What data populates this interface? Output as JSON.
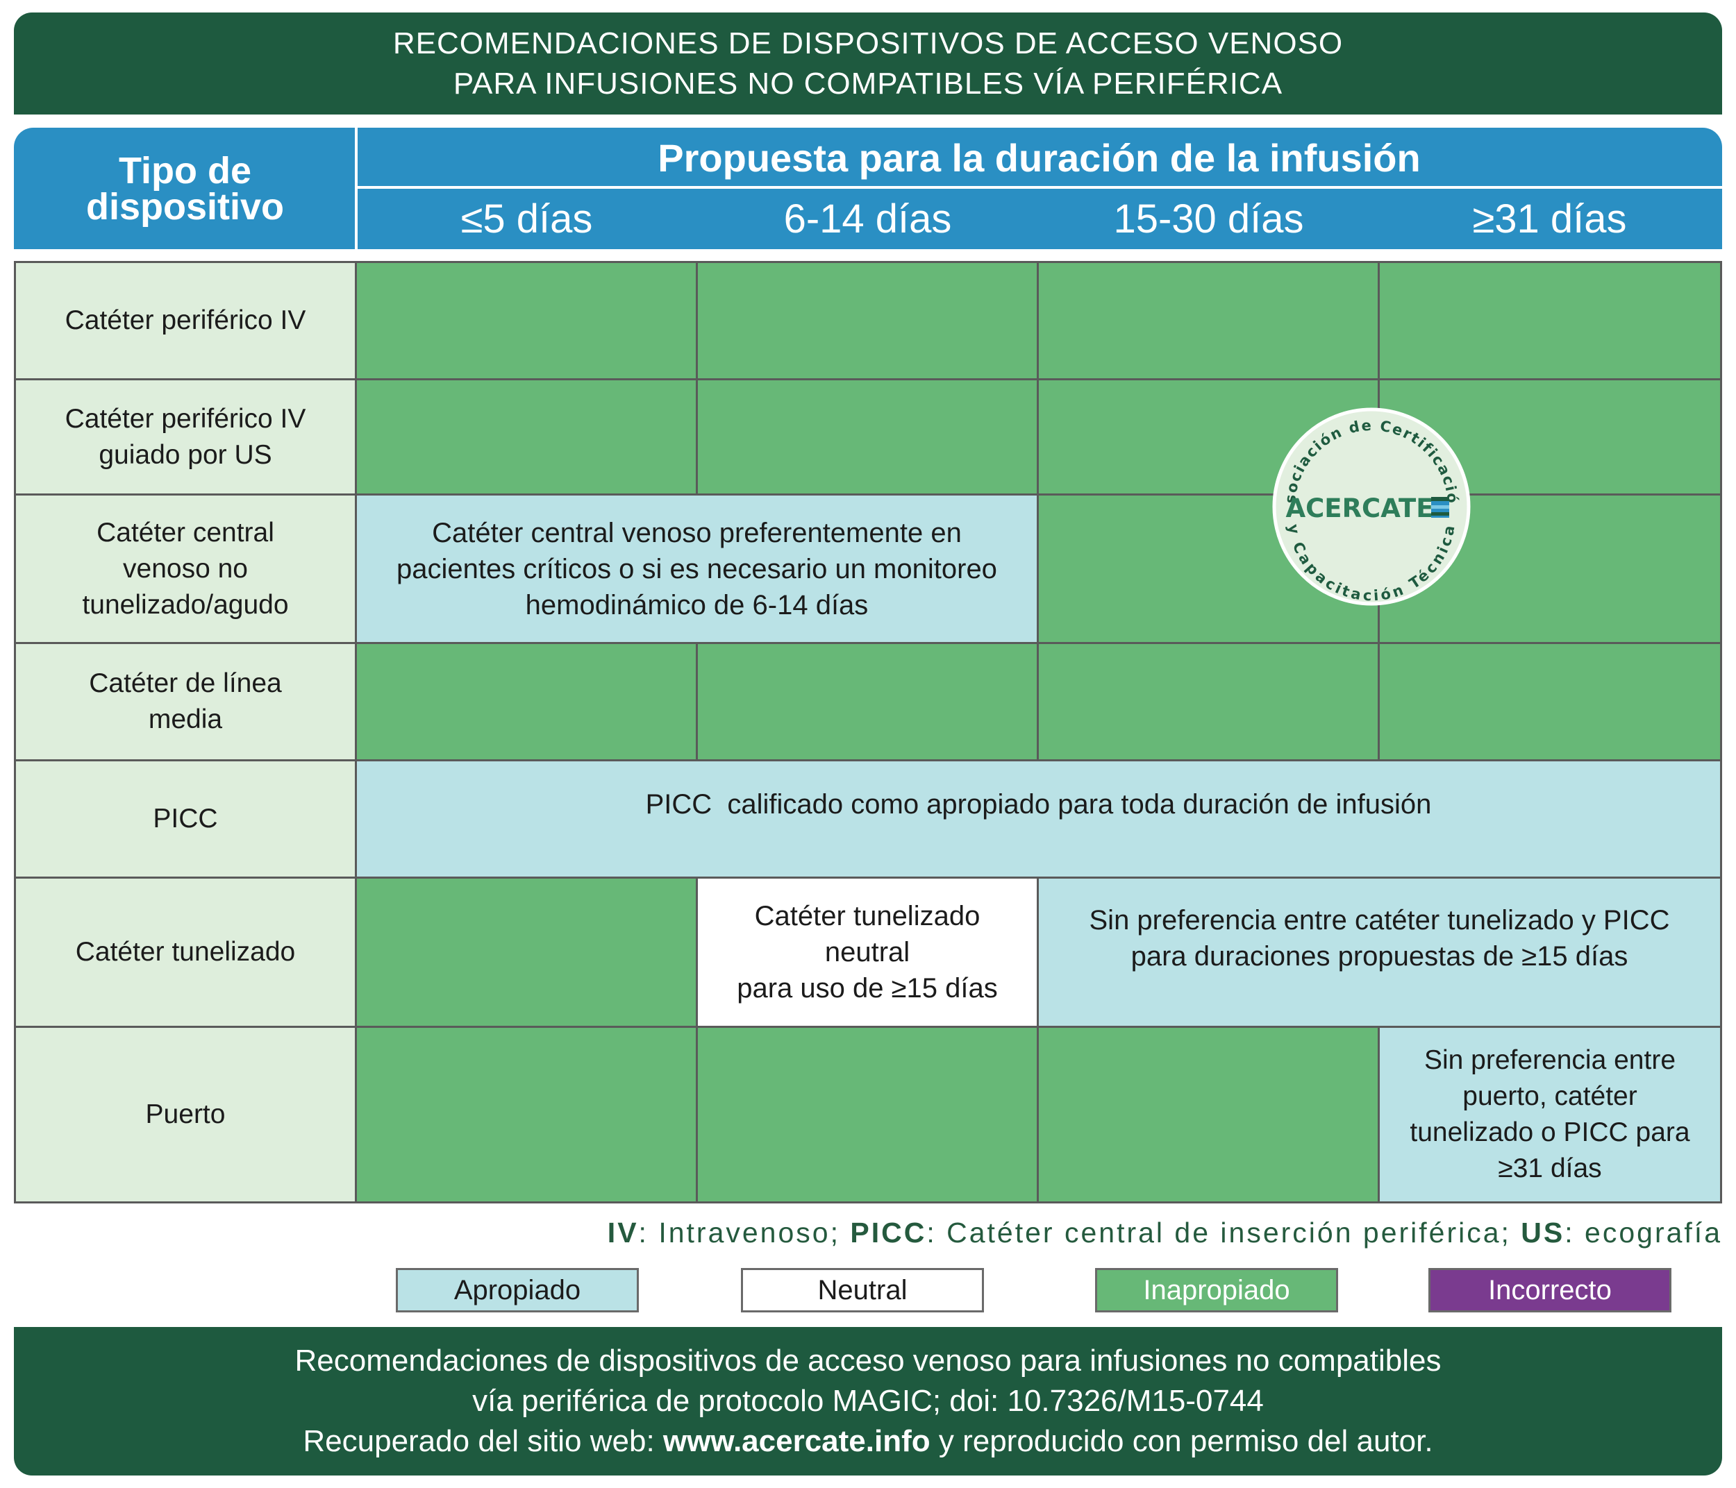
{
  "title": {
    "line1": "RECOMENDACIONES DE DISPOSITIVOS DE ACCESO VENOSO",
    "line2": "PARA INFUSIONES NO COMPATIBLES VÍA PERIFÉRICA"
  },
  "header": {
    "type_label_line1": "Tipo de",
    "type_label_line2": "dispositivo",
    "duration_title": "Propuesta para la duración de la infusión",
    "durations": [
      "≤5 días",
      "6-14 días",
      "15-30 días",
      "≥31 días"
    ]
  },
  "rows": [
    {
      "label_lines": [
        "Catéter periférico IV"
      ]
    },
    {
      "label_lines": [
        "Catéter periférico IV",
        "guiado por US"
      ]
    },
    {
      "label_lines": [
        "Catéter central",
        "venoso no",
        "tunelizado/agudo"
      ]
    },
    {
      "label_lines": [
        "Catéter de línea",
        "media"
      ]
    },
    {
      "label_lines": [
        "PICC"
      ]
    },
    {
      "label_lines": [
        "Catéter tunelizado"
      ]
    },
    {
      "label_lines": [
        "Puerto"
      ]
    }
  ],
  "cell_notes": {
    "cvc_short": [
      "Catéter central venoso preferentemente en",
      "pacientes críticos o si es necesario un monitoreo",
      "hemodinámico de 6-14 días"
    ],
    "picc_all": [
      "PICC  calificado como apropiado para toda duración de infusión"
    ],
    "tunneled_neutral": [
      "Catéter tunelizado",
      "neutral",
      "para uso de ≥15 días"
    ],
    "tunneled_long": [
      "Sin preferencia entre catéter tunelizado y PICC",
      "para duraciones propuestas de ≥15 días"
    ],
    "port_long": [
      "Sin preferencia entre",
      "puerto, catéter",
      "tunelizado o PICC para",
      "≥31 días"
    ]
  },
  "abbreviations": {
    "iv_key": "IV",
    "iv_text": ": Intravenoso; ",
    "picc_key": "PICC",
    "picc_text": ": Catéter central de inserción periférica; ",
    "us_key": "US",
    "us_text": ": ecografía"
  },
  "legend": [
    {
      "label": "Apropiado",
      "color": "#bae2e6",
      "text_color": "#1b1b1b"
    },
    {
      "label": "Neutral",
      "color": "#ffffff",
      "text_color": "#1b1b1b"
    },
    {
      "label": "Inapropiado",
      "color": "#67b877",
      "text_color": "#ffffff"
    },
    {
      "label": "Incorrecto",
      "color": "#7a3b8f",
      "text_color": "#ffffff"
    }
  ],
  "logo": {
    "name": "ACERCATE",
    "ring_top": "Asociación de Certificación",
    "ring_bottom": "y Capacitación Técnica"
  },
  "footer": {
    "line1": "Recomendaciones de dispositivos de acceso venoso para infusiones no compatibles",
    "line2": "vía periférica de protocolo MAGIC; doi: 10.7326/M15-0744",
    "line3_prefix": "Recuperado del sitio web: ",
    "line3_link": "www.acercate.info",
    "line3_suffix": " y reproducido con permiso del autor."
  },
  "colors": {
    "banner": "#1e5a3f",
    "header": "#2a8fc3",
    "row_label_bg": "#deeedc",
    "inappropriate": "#67b877",
    "appropriate": "#bae2e6",
    "neutral": "#ffffff",
    "incorrect": "#7a3b8f"
  }
}
